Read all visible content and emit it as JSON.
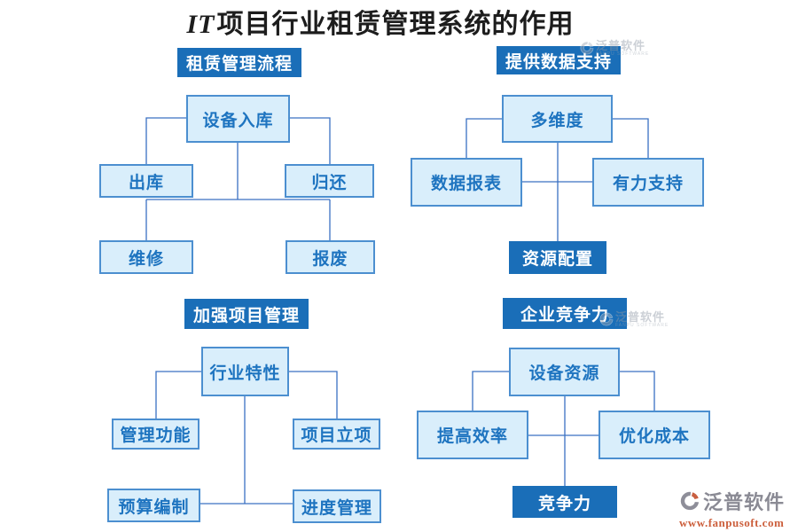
{
  "title": {
    "prefix": "IT",
    "rest": "项目行业租赁管理系统的作用"
  },
  "colors": {
    "header_bg": "#1a6eb8",
    "node_bg": "#d9eefb",
    "node_border": "#4c8fd0",
    "node_text": "#1e74c0",
    "connector": "#3a70c2",
    "brand_grey": "#8a8a94",
    "brand_orange": "#cc5f3c"
  },
  "sections": [
    {
      "id": "rental-process",
      "header": "租赁管理流程",
      "nodes": [
        "设备入库",
        "出库",
        "归还",
        "维修",
        "报废"
      ]
    },
    {
      "id": "data-support",
      "header": "提供数据支持",
      "nodes": [
        "多维度",
        "数据报表",
        "有力支持",
        "资源配置"
      ]
    },
    {
      "id": "project-management",
      "header": "加强项目管理",
      "nodes": [
        "行业特性",
        "管理功能",
        "项目立项",
        "预算编制",
        "进度管理"
      ]
    },
    {
      "id": "competitiveness",
      "header": "企业竞争力",
      "nodes": [
        "设备资源",
        "提高效率",
        "优化成本",
        "竞争力"
      ]
    }
  ],
  "watermark": {
    "name": "泛普软件",
    "subtext": "FANPU SOFTWARE"
  },
  "logo": {
    "name": "泛普软件",
    "url": "www.fanpusoft.com"
  }
}
